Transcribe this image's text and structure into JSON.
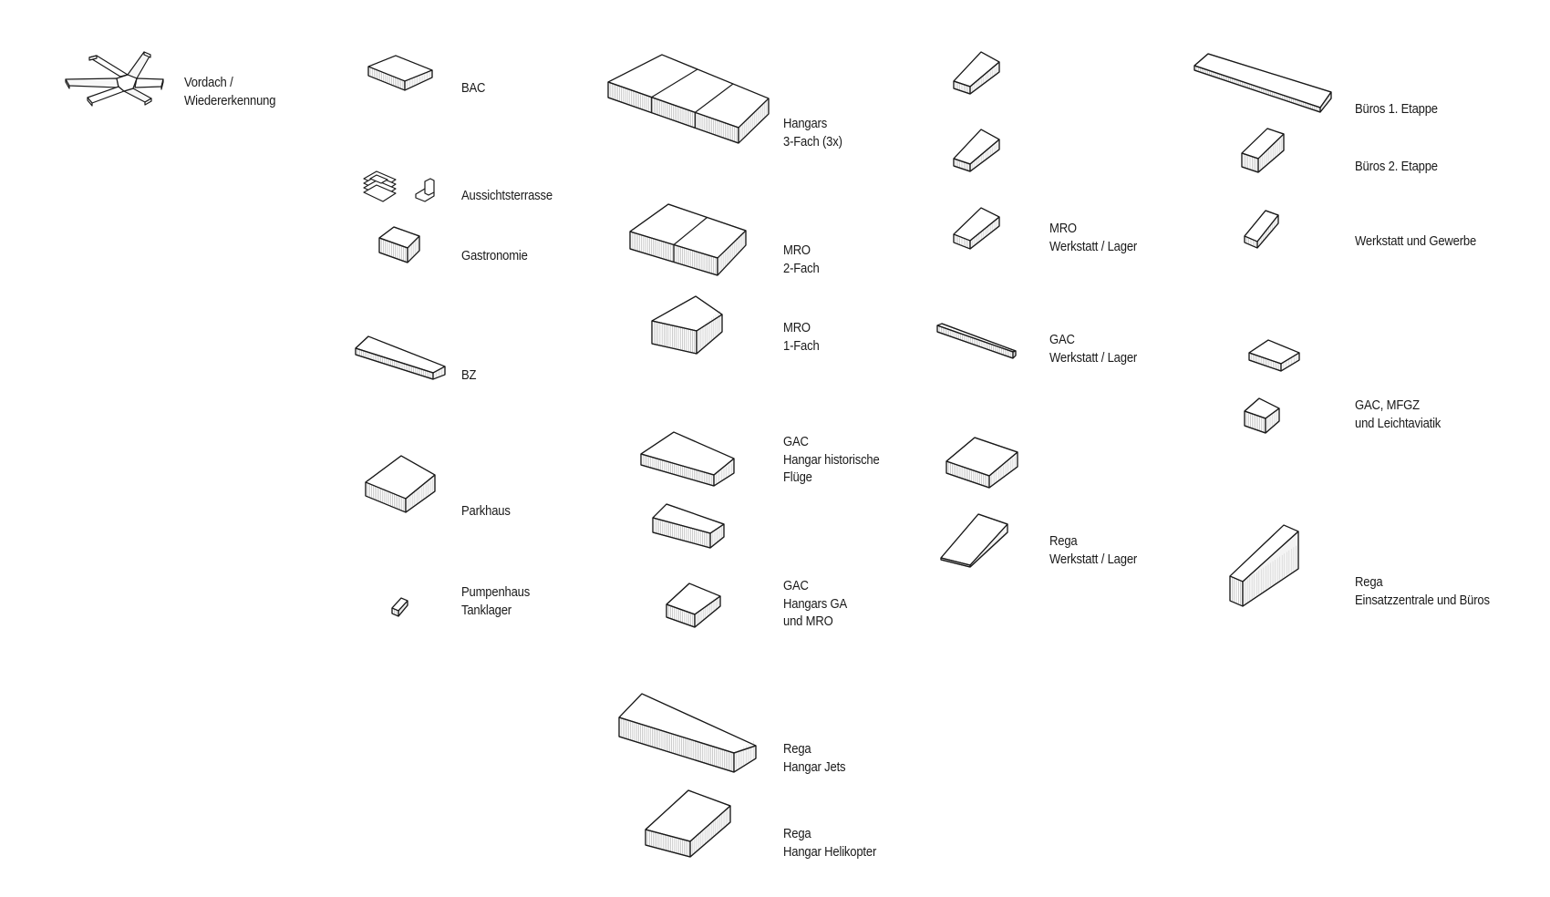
{
  "colors": {
    "ink": "#1a1a1a",
    "top": "#ffffff",
    "left": "#ffffff",
    "right": "#f4f4f4",
    "hatch": "#9a9a9a"
  },
  "items": [
    {
      "name": "vordach",
      "icon": "canopy-star-icon",
      "label": [
        "Vordach /",
        "Wiedererkennung"
      ]
    },
    {
      "name": "bac",
      "icon": "box-icon",
      "label": [
        "BAC"
      ]
    },
    {
      "name": "aussichtsterrasse",
      "icon": "stacked-slabs-icon",
      "label": [
        "Aussichtsterrasse"
      ]
    },
    {
      "name": "gastronomie",
      "icon": "box-icon",
      "label": [
        "Gastronomie"
      ]
    },
    {
      "name": "bz",
      "icon": "box-icon",
      "label": [
        "BZ"
      ]
    },
    {
      "name": "parkhaus",
      "icon": "box-icon",
      "label": [
        "Parkhaus"
      ]
    },
    {
      "name": "pumpenhaus",
      "icon": "box-icon",
      "label": [
        "Pumpenhaus",
        "Tanklager"
      ]
    },
    {
      "name": "hangars-3fach",
      "icon": "box-icon",
      "label": [
        "Hangars",
        "3-Fach (3x)"
      ]
    },
    {
      "name": "mro-2fach",
      "icon": "box-icon",
      "label": [
        "MRO",
        "2-Fach"
      ]
    },
    {
      "name": "mro-1fach",
      "icon": "box-icon",
      "label": [
        "MRO",
        "1-Fach"
      ]
    },
    {
      "name": "gac-historisch",
      "icon": "box-icon",
      "label": [
        "GAC",
        "Hangar historische",
        "Flüge"
      ]
    },
    {
      "name": "gac-hangars-ga",
      "icon": "box-icon",
      "label": [
        "GAC",
        "Hangars GA",
        "und MRO"
      ]
    },
    {
      "name": "rega-jets",
      "icon": "box-icon",
      "label": [
        "Rega",
        "Hangar Jets"
      ]
    },
    {
      "name": "rega-helikopter",
      "icon": "box-icon",
      "label": [
        "Rega",
        "Hangar Helikopter"
      ]
    },
    {
      "name": "mro-werkstatt",
      "icon": "box-icon",
      "label": [
        "MRO",
        "Werkstatt / Lager"
      ]
    },
    {
      "name": "gac-werkstatt",
      "icon": "box-icon",
      "label": [
        "GAC",
        "Werkstatt / Lager"
      ]
    },
    {
      "name": "rega-werkstatt",
      "icon": "box-icon",
      "label": [
        "Rega",
        "Werkstatt / Lager"
      ]
    },
    {
      "name": "bueros-1",
      "icon": "box-icon",
      "label": [
        "Büros 1. Etappe"
      ]
    },
    {
      "name": "bueros-2",
      "icon": "box-icon",
      "label": [
        "Büros 2. Etappe"
      ]
    },
    {
      "name": "werkstatt-gewerbe",
      "icon": "box-icon",
      "label": [
        "Werkstatt und Gewerbe"
      ]
    },
    {
      "name": "gac-mfgz",
      "icon": "box-icon",
      "label": [
        "GAC, MFGZ",
        "und Leichtaviatik"
      ]
    },
    {
      "name": "rega-einsatz",
      "icon": "box-icon",
      "label": [
        "Rega",
        "Einsatzzentrale und Büros"
      ]
    }
  ]
}
